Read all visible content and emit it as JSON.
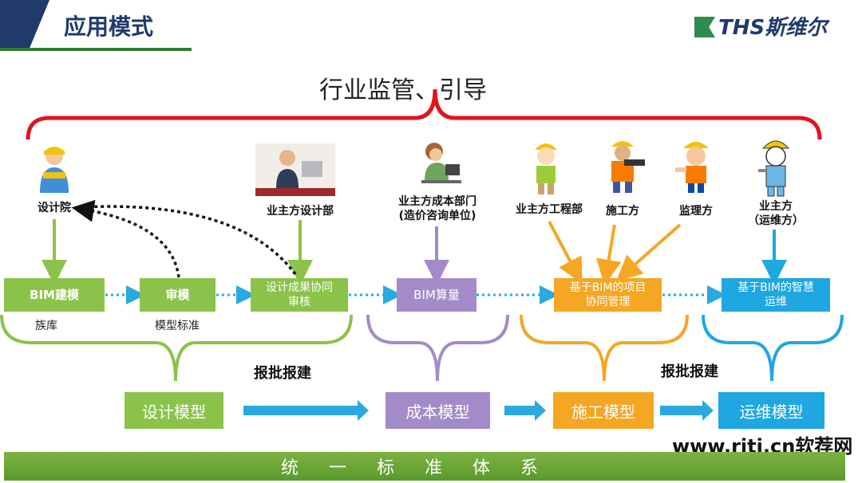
{
  "header": {
    "title": "应用模式",
    "logo_text": "THS斯维尔"
  },
  "top_title": "行业监管、引导",
  "roles": {
    "design_institute": "设计院",
    "owner_design": "业主方设计部",
    "owner_cost_line1": "业主方成本部门",
    "owner_cost_line2": "(造价咨询单位)",
    "owner_engineering": "业主方工程部",
    "construction": "施工方",
    "supervision": "监理方",
    "owner_ops_line1": "业主方",
    "owner_ops_line2": "（运维方）"
  },
  "process": {
    "bim_model": "BIM建模",
    "review": "审模",
    "design_collab_line1": "设计成果协同",
    "design_collab_line2": "审核",
    "bim_calc": "BIM算量",
    "project_collab_line1": "基于BIM的项目",
    "project_collab_line2": "协同管理",
    "smart_ops_line1": "基于BIM的智慧",
    "smart_ops_line2": "运维"
  },
  "notes": {
    "family_lib": "族库",
    "model_std": "模型标准"
  },
  "approvals": {
    "left": "报批报建",
    "right": "报批报建"
  },
  "models": {
    "design": "设计模型",
    "cost": "成本模型",
    "construction": "施工模型",
    "ops": "运维模型"
  },
  "bottom_bar": "统一标准体系",
  "watermark": "www.rjtj.cn软荐网",
  "colors": {
    "green": "#8bc34a",
    "purple": "#a48ac8",
    "orange": "#f5a623",
    "blue": "#1ea7e1",
    "red": "#e0141e",
    "navy": "#1f3a6b"
  }
}
